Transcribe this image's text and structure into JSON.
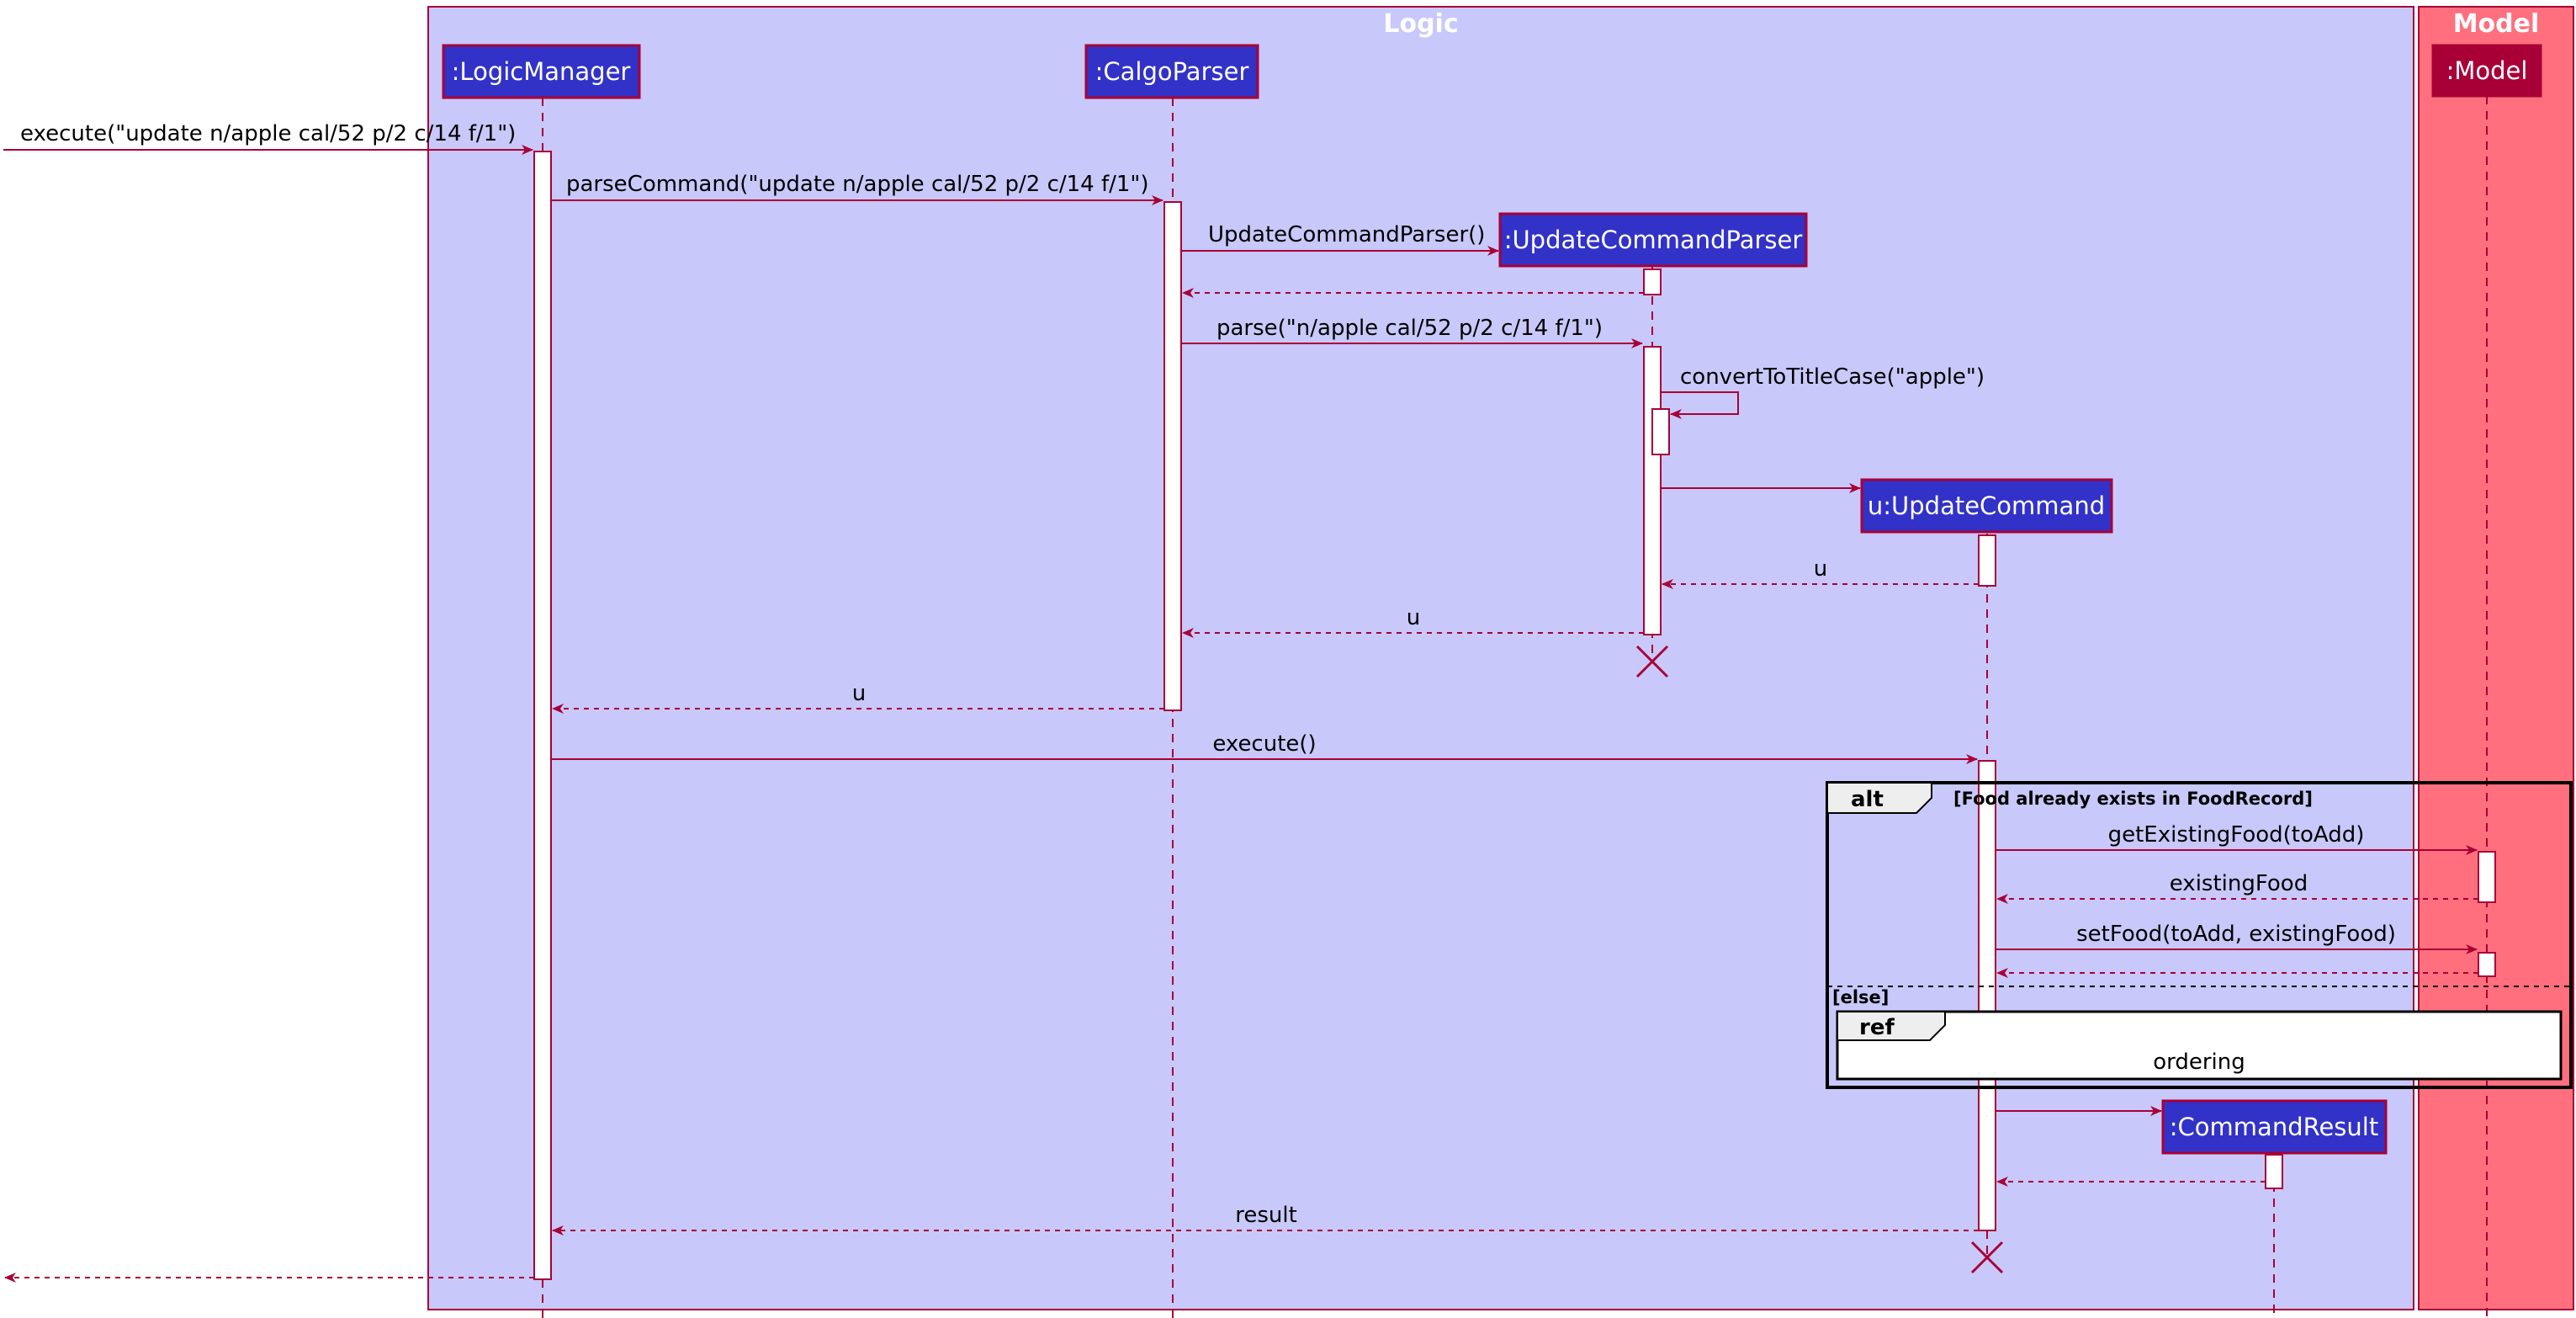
{
  "boxes": {
    "logic": {
      "title": "Logic",
      "fill": "#c8c8fa",
      "stroke": "#a80036"
    },
    "model": {
      "title": "Model",
      "fill": "#ff6f7e",
      "stroke": "#a80036"
    }
  },
  "participants": {
    "logic_manager": ":LogicManager",
    "calgo_parser": ":CalgoParser",
    "update_command_parser": ":UpdateCommandParser",
    "update_command": "u:UpdateCommand",
    "command_result": ":CommandResult",
    "model": ":Model"
  },
  "messages": {
    "m1": "execute(\"update n/apple cal/52 p/2 c/14 f/1\")",
    "m2": "parseCommand(\"update n/apple cal/52 p/2 c/14 f/1\")",
    "m3": "UpdateCommandParser()",
    "m4": "parse(\"n/apple cal/52 p/2 c/14 f/1\")",
    "m5": "convertToTitleCase(\"apple\")",
    "m6": "u",
    "m7": "u",
    "m8": "u",
    "m9": "execute()",
    "m10": "getExistingFood(toAdd)",
    "m11": "existingFood",
    "m12": "setFood(toAdd, existingFood)",
    "m13": "result"
  },
  "fragments": {
    "alt_label": "alt",
    "alt_guard": "[Food already exists in FoodRecord]",
    "else_guard": "[else]",
    "ref_label": "ref",
    "ref_text": "ordering"
  },
  "colors": {
    "participant_fill": "#3232c8",
    "model_participant_fill": "#a80036",
    "line": "#a80036",
    "activation_fill": "#ffffff"
  }
}
